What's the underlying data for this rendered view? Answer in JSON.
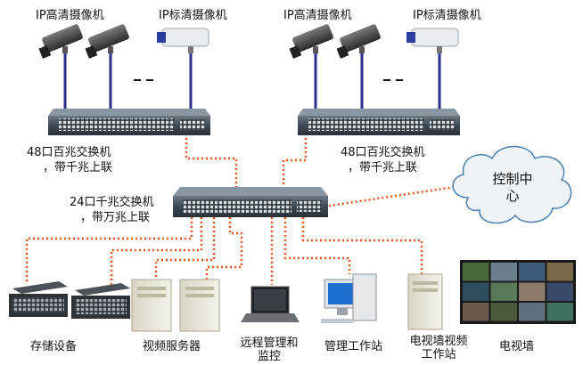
{
  "labels": {
    "cam_hd_left": "IP高清摄像机",
    "cam_std_left": "IP标清摄像机",
    "cam_hd_right": "IP高清摄像机",
    "cam_std_right": "IP标清摄像机",
    "ellipsis": "- -",
    "switch48_left": "48口百兆交换机",
    "uplink_left": "，带千兆上联",
    "switch48_right": "48口百兆交换机",
    "uplink_right": "，带千兆上联",
    "switch24": "24口千兆交换机",
    "uplink_core": "，带万兆上联",
    "control_center_1": "控制中",
    "control_center_2": "心",
    "storage": "存储设备",
    "video_server": "视频服务器",
    "remote_1": "远程管理和",
    "remote_2": "监控",
    "workstation": "管理工作站",
    "wall_ws_1": "电视墙视频",
    "wall_ws_2": "工作站",
    "video_wall": "电视墙"
  },
  "colors": {
    "link_dotted": "#e8561f",
    "link_camera": "#2a2f8c",
    "switch_body": "#3b4751",
    "cloud_fill": "#eef3f8",
    "cloud_stroke": "#4a7fb0"
  }
}
